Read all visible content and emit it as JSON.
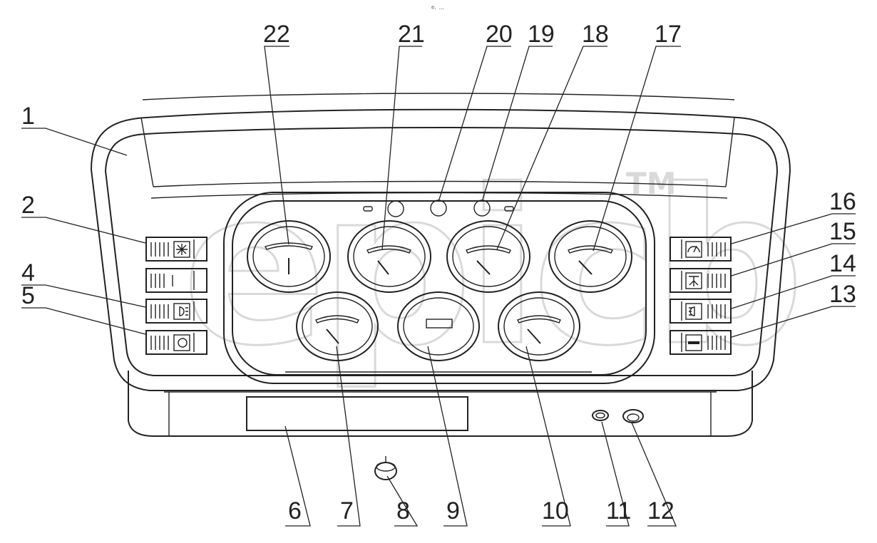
{
  "figure": {
    "header_mark": "©․ ․․․",
    "watermark": "epicb",
    "watermark_tm": "TM"
  },
  "callouts": [
    {
      "id": "1",
      "text": "1"
    },
    {
      "id": "2",
      "text": "2"
    },
    {
      "id": "4",
      "text": "4"
    },
    {
      "id": "5",
      "text": "5"
    },
    {
      "id": "6",
      "text": "6"
    },
    {
      "id": "7",
      "text": "7"
    },
    {
      "id": "8",
      "text": "8"
    },
    {
      "id": "9",
      "text": "9"
    },
    {
      "id": "10",
      "text": "10"
    },
    {
      "id": "11",
      "text": "11"
    },
    {
      "id": "12",
      "text": "12"
    },
    {
      "id": "13",
      "text": "13"
    },
    {
      "id": "14",
      "text": "14"
    },
    {
      "id": "15",
      "text": "15"
    },
    {
      "id": "16",
      "text": "16"
    },
    {
      "id": "17",
      "text": "17"
    },
    {
      "id": "18",
      "text": "18"
    },
    {
      "id": "19",
      "text": "19"
    },
    {
      "id": "20",
      "text": "20"
    },
    {
      "id": "21",
      "text": "21"
    },
    {
      "id": "22",
      "text": "22"
    }
  ],
  "switch_icons": {
    "left": [
      "fan-icon",
      "blank-icon",
      "headlight-icon",
      "lamp-icon"
    ],
    "right": [
      "wiper-icon",
      "hazard-icon",
      "rear-lamp-icon",
      "bar-icon"
    ]
  }
}
